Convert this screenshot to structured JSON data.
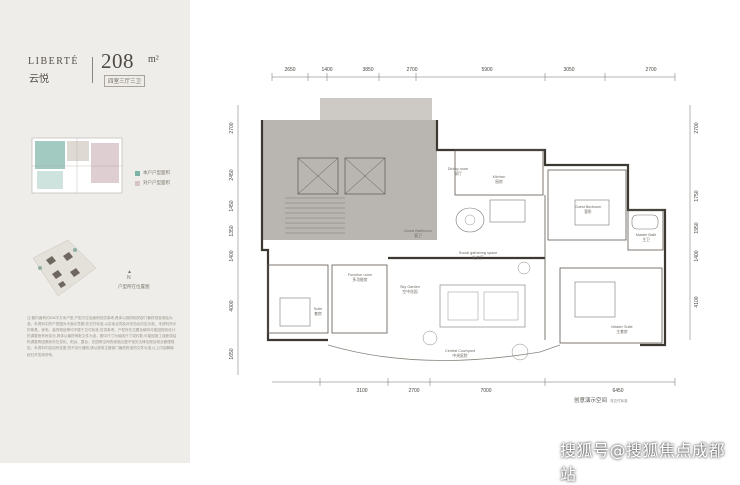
{
  "brand": {
    "name": "LIBERTÉ",
    "name_cn": "云悦"
  },
  "unit": {
    "area": "208",
    "unit": "m²",
    "layout": "四室三厅三卫"
  },
  "legend": {
    "items": [
      {
        "label": "本户户型面积",
        "color": "#7bb3a7"
      },
      {
        "label": "对户户型面积",
        "color": "#d7c2c6"
      }
    ]
  },
  "compass": {
    "label": "户型所在位置图",
    "north": "N"
  },
  "description": "注:套内面积约208平方米户型,户型方位及面积仅供参考,具体以政府相关部门最终批准测绘为准。本资料中的户型图为平面示意图,非交付标准,以买卖合同及补充协议约定为准。本资料所示的家具、家电、装饰物品等均不属于交付标准,仅供参考。户型所在位置及朝向可能因规划设计的调整而有所变化,具体以最终审批文件为准。图中尺寸为轴线尺寸或约数,可能因施工误差或结构调整等因素而存在变化。阳台、露台、花园等空间的使用应遵守相关法律法规及物业管理规定。本资料内容如有变更,恕不另行通知,请以政府主管部门最终批准的文件为准,以上内容解释权归开发商所有。",
  "plan": {
    "top_dims": [
      "2650",
      "1400",
      "3850",
      "2700",
      "5900",
      "3050",
      "2700"
    ],
    "bottom_dims": [
      "3100",
      "2700",
      "7000",
      "6450"
    ],
    "left_dims": [
      "2700",
      "2450",
      "1450",
      "1350",
      "1400",
      "4000",
      "1650"
    ],
    "right_dims": [
      "2700",
      "1750",
      "1950",
      "1400",
      "4100"
    ],
    "rooms": [
      {
        "name": "Kitchen",
        "cn": "厨房"
      },
      {
        "name": "Guest Bathroom",
        "cn": "客卫"
      },
      {
        "name": "Dining room",
        "cn": "餐厅"
      },
      {
        "name": "Guest Bedroom",
        "cn": "客卧"
      },
      {
        "name": "Master Bath",
        "cn": "主卫"
      },
      {
        "name": "Social gathering space",
        "cn": "社交厅"
      },
      {
        "name": "Sky Garden",
        "cn": "空中花园"
      },
      {
        "name": "Function room",
        "cn": "多功能房"
      },
      {
        "name": "Suite",
        "cn": "套房"
      },
      {
        "name": "Master Suite",
        "cn": "主套房"
      },
      {
        "name": "Central Courtyard",
        "cn": "中央庭院"
      }
    ],
    "note": "创意演示空间",
    "note_small": "非交付标准"
  },
  "watermark": "搜狐号@搜狐焦点成都站"
}
